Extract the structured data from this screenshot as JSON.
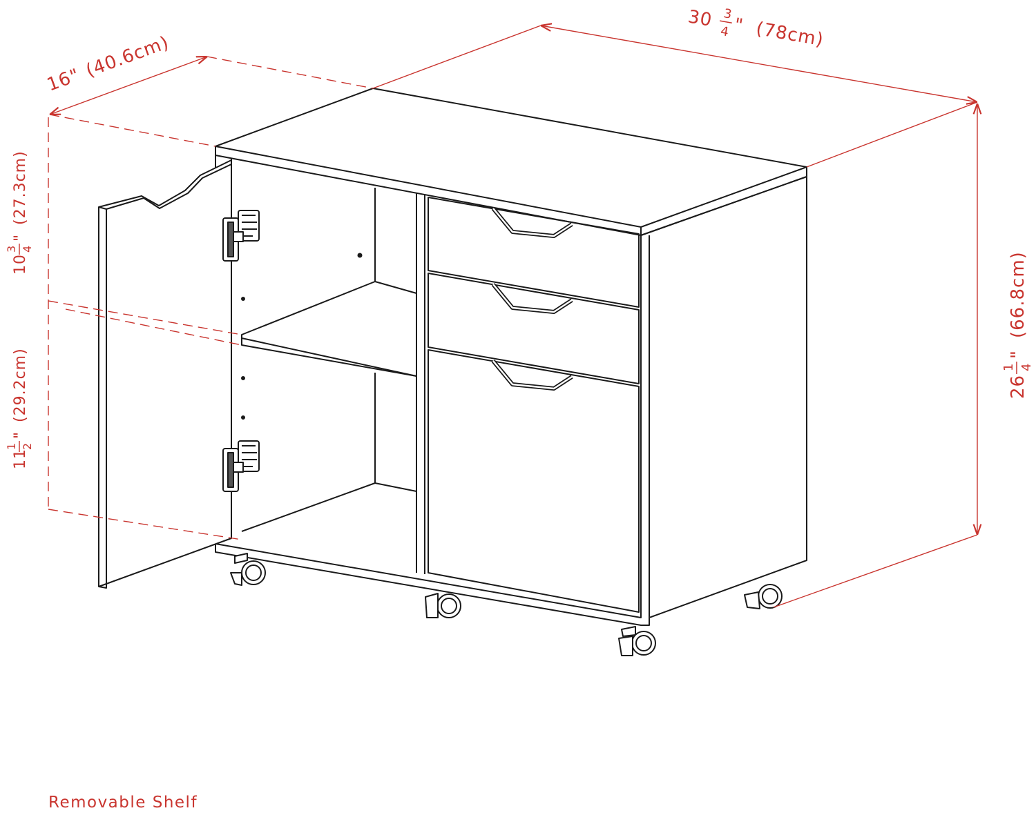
{
  "dimensions": {
    "width": {
      "whole": "30",
      "num": "3",
      "den": "4",
      "mark": "\"",
      "metric": "(78cm)"
    },
    "depth": {
      "label": "16\"",
      "metric": "(40.6cm)"
    },
    "height": {
      "whole": "26",
      "num": "1",
      "den": "4",
      "mark": "\"",
      "metric": "(66.8cm)"
    },
    "upper_compartment": {
      "whole": "10",
      "num": "3",
      "den": "4",
      "mark": "\"",
      "metric": "(27.3cm)"
    },
    "lower_compartment": {
      "whole": "11",
      "num": "1",
      "den": "2",
      "mark": "\"",
      "metric": "(29.2cm)"
    }
  },
  "caption": "Removable Shelf",
  "colors": {
    "dimension": "#c9352f",
    "outline": "#1a1a1a"
  }
}
